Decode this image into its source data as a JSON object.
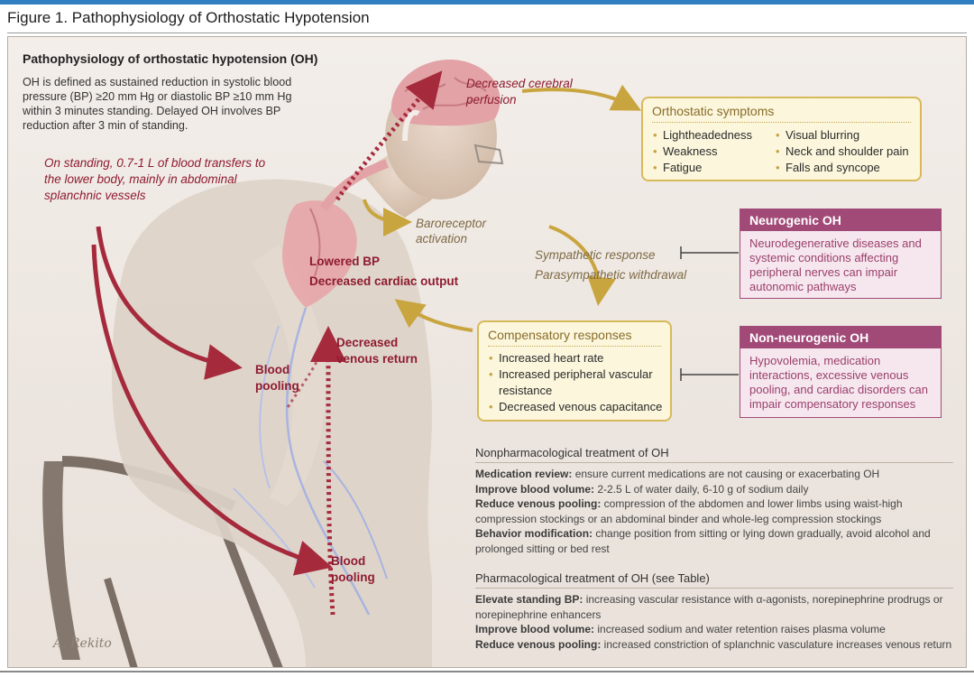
{
  "figure_title": "Figure 1. Pathophysiology of Orthostatic Hypotension",
  "intro": {
    "title": "Pathophysiology of orthostatic hypotension (OH)",
    "text": "OH is defined as sustained reduction in systolic blood pressure (BP) ≥20 mm Hg or diastolic BP ≥10 mm Hg within 3 minutes standing. Delayed OH involves BP reduction after 3 min of standing."
  },
  "labels": {
    "on_standing": "On standing, 0.7-1 L of blood transfers to the lower body, mainly in abdominal splanchnic vessels",
    "decreased_cerebral": "Decreased cerebral perfusion",
    "baroreceptor": "Baroreceptor activation",
    "sympathetic": "Sympathetic response",
    "parasympathetic": "Parasympathetic withdrawal",
    "lowered_bp": "Lowered BP",
    "decreased_cardiac_output": "Decreased cardiac output",
    "decreased_venous_return": "Decreased venous return",
    "blood_pooling_1": "Blood pooling",
    "blood_pooling_2": "Blood pooling",
    "artist_signature": "A. Rekito"
  },
  "orthostatic_symptoms": {
    "title": "Orthostatic symptoms",
    "col1": [
      "Lightheadedness",
      "Weakness",
      "Fatigue"
    ],
    "col2": [
      "Visual blurring",
      "Neck and shoulder pain",
      "Falls and syncope"
    ]
  },
  "neurogenic": {
    "title": "Neurogenic OH",
    "text": "Neurodegenerative diseases and systemic conditions affecting peripheral nerves can impair autonomic pathways"
  },
  "non_neurogenic": {
    "title": "Non-neurogenic OH",
    "text": "Hypovolemia, medication interactions, excessive venous pooling, and cardiac disorders can impair compensatory responses"
  },
  "compensatory": {
    "title": "Compensatory responses",
    "items": [
      "Increased heart rate",
      "Increased peripheral vascular resistance",
      "Decreased venous capacitance"
    ]
  },
  "nonpharm": {
    "title": "Nonpharmacological treatment of OH",
    "items": [
      {
        "term": "Medication review:",
        "text": " ensure current medications are not causing or exacerbating OH"
      },
      {
        "term": "Improve blood volume:",
        "text": " 2-2.5 L of water daily, 6-10 g of sodium daily"
      },
      {
        "term": "Reduce venous pooling:",
        "text": " compression of the abdomen and lower limbs using waist-high compression stockings or an abdominal binder and whole-leg compression stockings"
      },
      {
        "term": "Behavior modification:",
        "text": " change position from sitting or lying down gradually, avoid alcohol and prolonged sitting or bed rest"
      }
    ]
  },
  "pharm": {
    "title": "Pharmacological treatment of OH (see Table)",
    "items": [
      {
        "term": "Elevate standing BP:",
        "text": " increasing vascular resistance with α-agonists, norepinephrine prodrugs or norepinephrine enhancers"
      },
      {
        "term": "Improve blood volume:",
        "text": " increased sodium and water retention raises plasma volume"
      },
      {
        "term": "Reduce venous pooling:",
        "text": " increased constriction of splanchnic vasculature increases venous return"
      }
    ]
  },
  "colors": {
    "accent_blue": "#2f7fc1",
    "label_red": "#8e1b2f",
    "flow_tan": "#c9a53f",
    "box_yellow_fill": "#fbf6dc",
    "purple": "#a14a78",
    "purple_fill": "#f6e7ef"
  }
}
